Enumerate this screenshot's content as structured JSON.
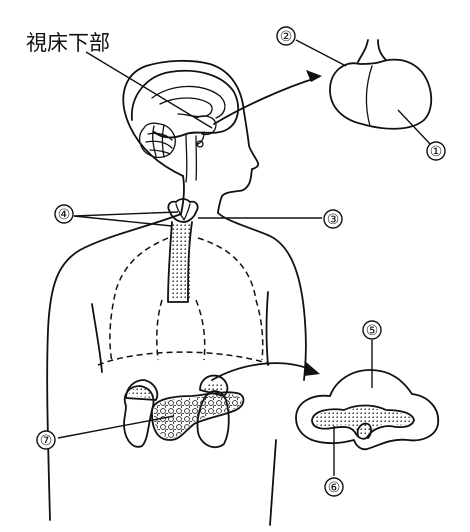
{
  "labels": {
    "hypothalamus": "視床下部",
    "n1": "①",
    "n2": "②",
    "n3": "③",
    "n4": "④",
    "n5": "⑤",
    "n6": "⑥",
    "n7": "⑦"
  },
  "colors": {
    "line": "#111111",
    "background": "#ffffff"
  }
}
